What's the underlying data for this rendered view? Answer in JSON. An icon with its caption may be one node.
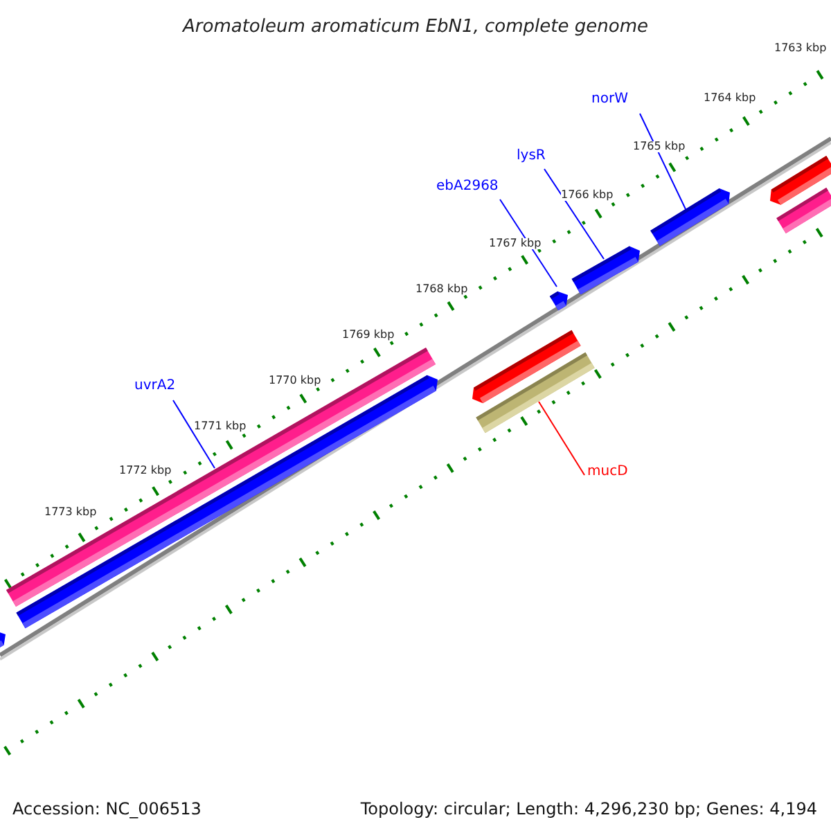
{
  "diagram": {
    "title": "Aromatoleum aromaticum EbN1, complete genome",
    "nodes": [
      {
        "text": [
          "norW"
        ]
      },
      {
        "text": [
          "lysR"
        ]
      },
      {
        "text": [
          "ebA2968"
        ]
      },
      {
        "text": [
          "uvrA2"
        ]
      },
      {
        "text": [
          "mucD"
        ]
      },
      {
        "text": [],
        "shape": "bar"
      },
      {
        "text": [],
        "shape": "bar"
      },
      {
        "text": [],
        "shape": "bar"
      },
      {
        "text": [],
        "shape": "bar"
      },
      {
        "text": [],
        "shape": "bar"
      },
      {
        "text": [],
        "shape": "bar"
      },
      {
        "text": [],
        "shape": "bar"
      },
      {
        "text": [],
        "shape": "bar"
      },
      {
        "text": [],
        "shape": "bar"
      },
      {
        "text": [],
        "shape": "bar"
      }
    ],
    "edges": [
      {
        "from": 0,
        "to": 7,
        "arrow": "none"
      },
      {
        "from": 1,
        "to": 8,
        "arrow": "none"
      },
      {
        "from": 2,
        "to": 9,
        "arrow": "none"
      },
      {
        "from": 3,
        "to": 10,
        "arrow": "none"
      },
      {
        "from": 4,
        "to": 14,
        "arrow": "none",
        "color": "#ff0000"
      }
    ],
    "labels": [
      "1763 kbp",
      "1764 kbp",
      "1765 kbp",
      "1766 kbp",
      "1767 kbp",
      "1768 kbp",
      "1769 kbp",
      "1770 kbp",
      "1771 kbp",
      "1772 kbp",
      "1773 kbp",
      "Accession: NC_006513",
      "Topology: circular; Length: 4,296,230 bp; Genes: 4,194"
    ]
  }
}
